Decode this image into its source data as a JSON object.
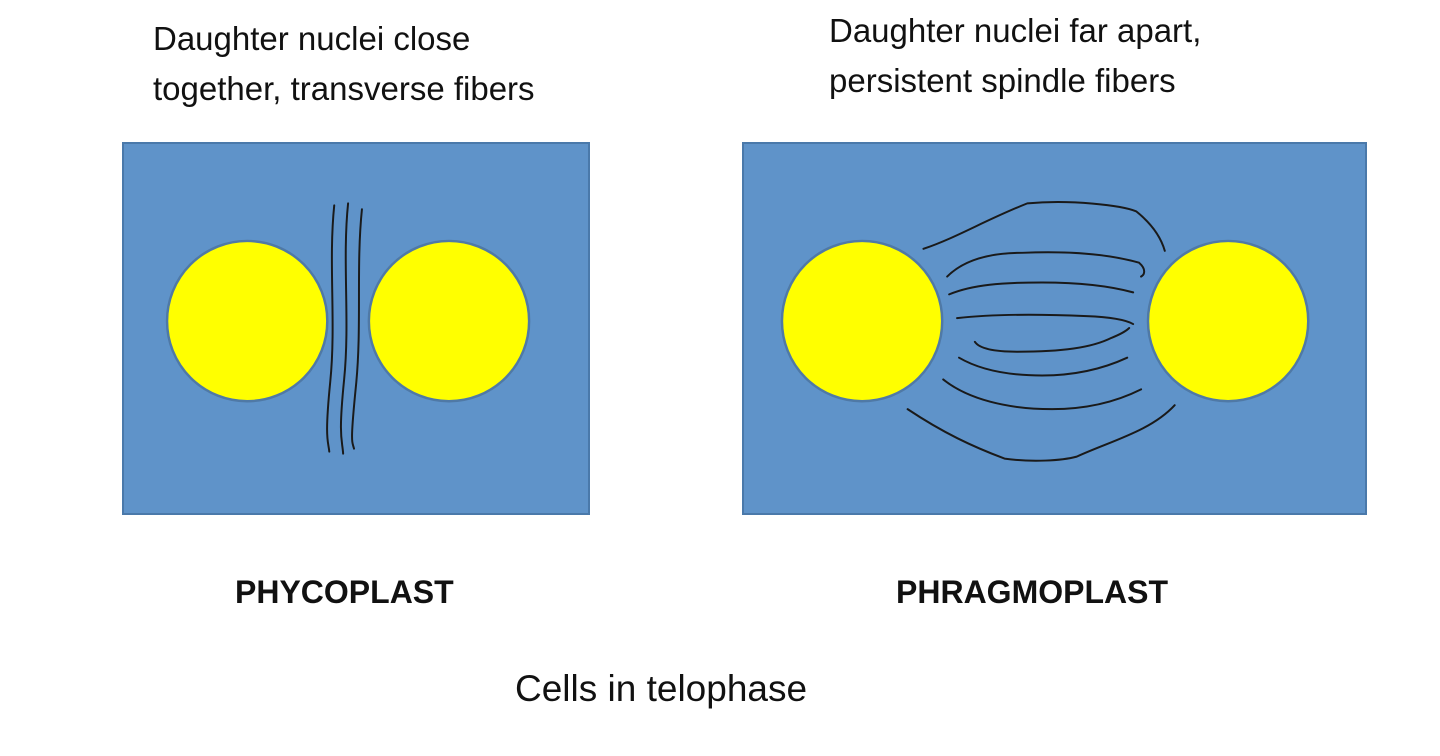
{
  "panels": [
    {
      "caption_line1": "Daughter nuclei close",
      "caption_line2": "together, transverse fibers",
      "label": "PHYCOPLAST"
    },
    {
      "caption_line1": "Daughter nuclei far apart,",
      "caption_line2": "persistent spindle fibers",
      "label": "PHRAGMOPLAST"
    }
  ],
  "figure_caption": "Cells in telophase",
  "colors": {
    "cell_fill": "#5f93c9",
    "cell_border": "#4a79aa",
    "nucleus_fill": "#ffff00",
    "fiber_stroke": "#1a1a1a"
  }
}
